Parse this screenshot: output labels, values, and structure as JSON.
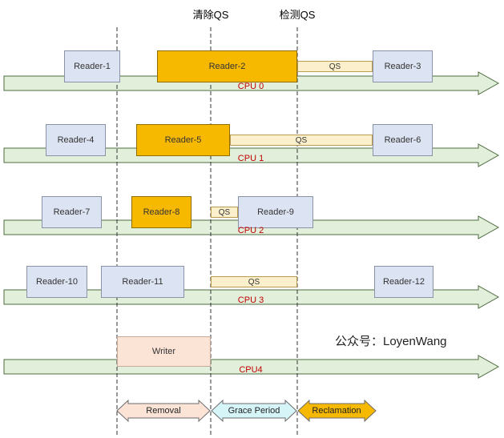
{
  "markers": {
    "clear_qs": "清除QS",
    "detect_qs": "检测QS"
  },
  "rows": [
    {
      "cpu": "CPU 0",
      "blocks": [
        {
          "id": "r1",
          "text": "Reader-1",
          "kind": "reader"
        },
        {
          "id": "r2",
          "text": "Reader-2",
          "kind": "active"
        },
        {
          "id": "q0",
          "text": "QS",
          "kind": "qs"
        },
        {
          "id": "r3",
          "text": "Reader-3",
          "kind": "reader"
        }
      ]
    },
    {
      "cpu": "CPU 1",
      "blocks": [
        {
          "id": "r4",
          "text": "Reader-4",
          "kind": "reader"
        },
        {
          "id": "r5",
          "text": "Reader-5",
          "kind": "active"
        },
        {
          "id": "q1",
          "text": "QS",
          "kind": "qs"
        },
        {
          "id": "r6",
          "text": "Reader-6",
          "kind": "reader"
        }
      ]
    },
    {
      "cpu": "CPU 2",
      "blocks": [
        {
          "id": "r7",
          "text": "Reader-7",
          "kind": "reader"
        },
        {
          "id": "r8",
          "text": "Reader-8",
          "kind": "active"
        },
        {
          "id": "q2",
          "text": "QS",
          "kind": "qs"
        },
        {
          "id": "r9",
          "text": "Reader-9",
          "kind": "reader"
        }
      ]
    },
    {
      "cpu": "CPU 3",
      "blocks": [
        {
          "id": "r10",
          "text": "Reader-10",
          "kind": "reader"
        },
        {
          "id": "r11",
          "text": "Reader-11",
          "kind": "reader"
        },
        {
          "id": "q3",
          "text": "QS",
          "kind": "qs"
        },
        {
          "id": "r12",
          "text": "Reader-12",
          "kind": "reader"
        }
      ]
    },
    {
      "cpu": "CPU4",
      "blocks": [
        {
          "id": "w",
          "text": "Writer",
          "kind": "writer"
        }
      ]
    }
  ],
  "phases": {
    "removal": "Removal",
    "grace_period": "Grace Period",
    "reclamation": "Reclamation"
  },
  "watermark": "公众号：LoyenWang",
  "colors": {
    "timeline_fill": "#e2efda",
    "reader_fill": "#dce3f2",
    "active_reader_fill": "#f7b800",
    "qs_fill": "#fcf0cc",
    "writer_fill": "#fbe3d6",
    "removal_fill": "#fbe3d6",
    "grace_period_fill": "#d5f5f8",
    "reclamation_fill": "#f7b800",
    "cpu_label_color": "#c00000"
  }
}
